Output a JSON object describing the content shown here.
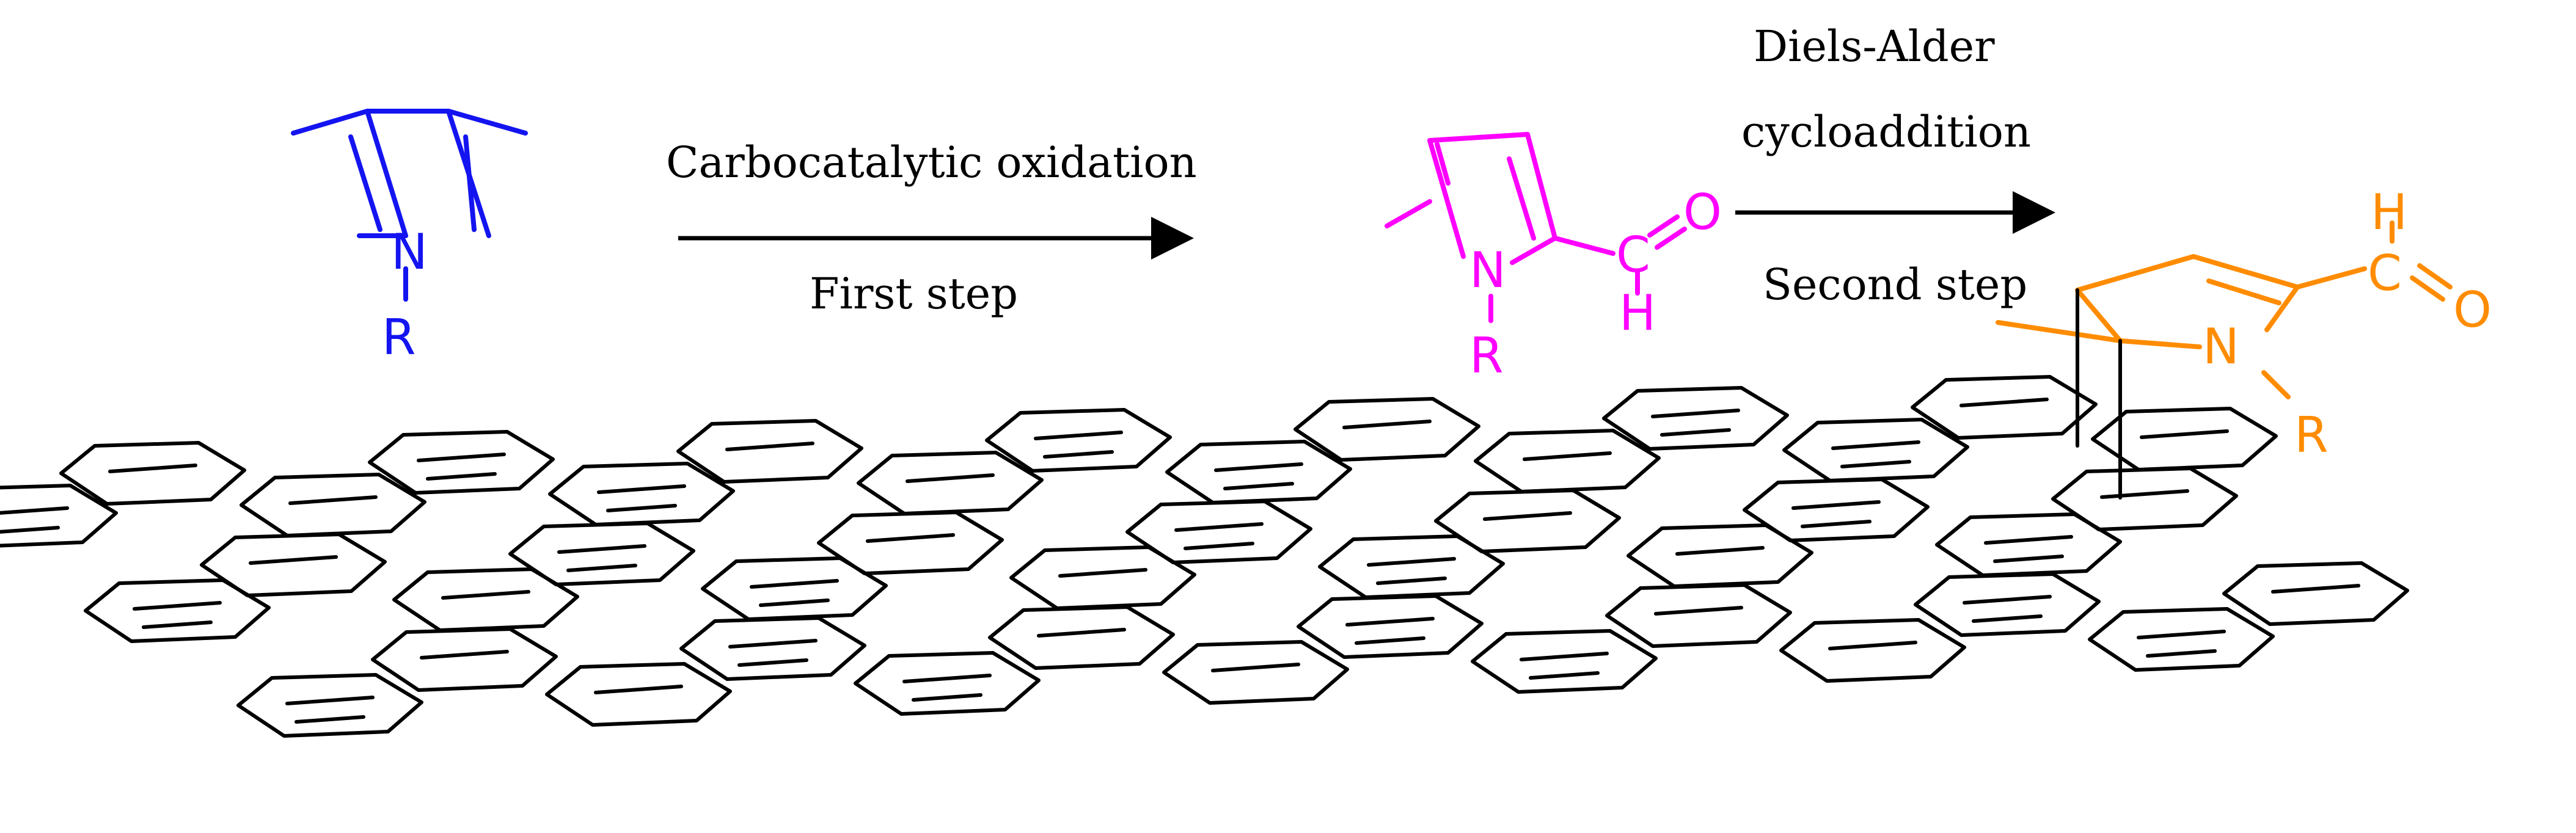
{
  "colors": {
    "reactant": "#1414f0",
    "intermediate": "#ff00ff",
    "product": "#ff8c00",
    "sheet": "#000000"
  },
  "reactant": {
    "n_label": "N",
    "r_label": "R"
  },
  "intermediate": {
    "n_label": "N",
    "r_label": "R",
    "c_label": "C",
    "o_label": "O",
    "h_label": "H"
  },
  "product": {
    "n_label": "N",
    "r_label": "R",
    "c_label": "C",
    "o_label": "O",
    "h_label": "H"
  },
  "step1": {
    "above": "Carbocatalytic oxidation",
    "below": "First step"
  },
  "step2": {
    "above_line1": "Diels-Alder",
    "above_line2": "cycloaddition",
    "below": "Second step"
  }
}
